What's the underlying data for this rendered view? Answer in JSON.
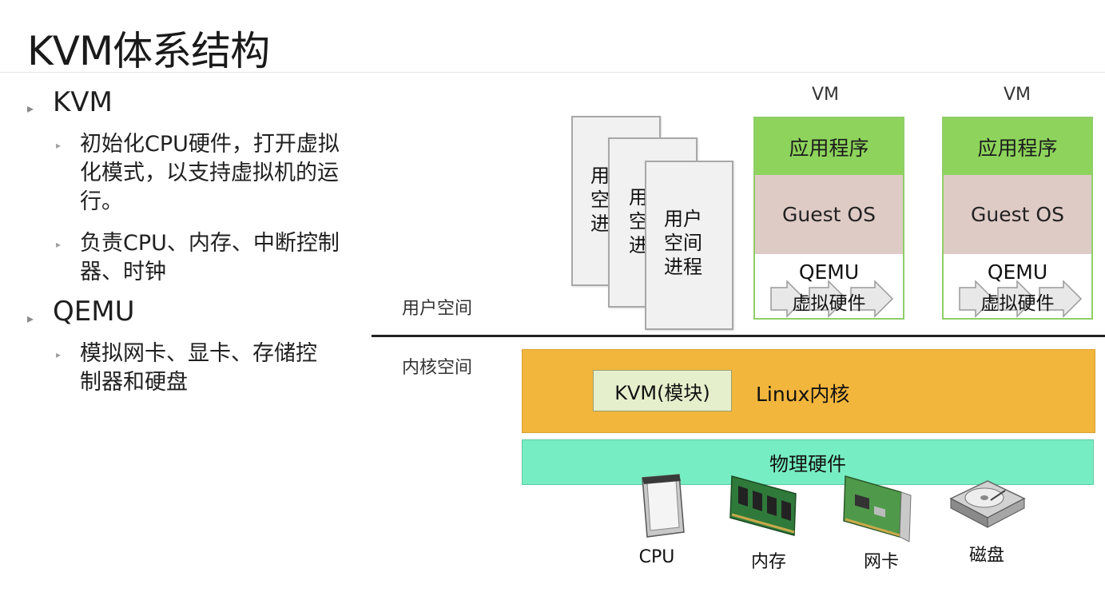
{
  "slide": {
    "title": "KVM体系结构"
  },
  "bullets": {
    "kvm": {
      "label": "KVM",
      "items": [
        "初始化CPU硬件，打开虚拟化模式，以支持虚拟机的运行。",
        "负责CPU、内存、中断控制器、时钟"
      ]
    },
    "qemu": {
      "label": "QEMU",
      "items": [
        "模拟网卡、显卡、存储控制器和硬盘"
      ]
    }
  },
  "diagram": {
    "user_space_label": "用户空间",
    "kernel_space_label": "内核空间",
    "process_partial_1": "用\n空\n进",
    "process_partial_2": "用\n空\n进",
    "process_full": "用户\n空间\n进程",
    "vms": [
      {
        "label": "VM",
        "app": "应用程序",
        "guest": "Guest OS",
        "qemu_line1": "QEMU",
        "qemu_line2": "虚拟硬件"
      },
      {
        "label": "VM",
        "app": "应用程序",
        "guest": "Guest OS",
        "qemu_line1": "QEMU",
        "qemu_line2": "虚拟硬件"
      }
    ],
    "kvm_module": "KVM(模块)",
    "linux_kernel": "Linux内核",
    "physical_hw": "物理硬件",
    "devices": [
      {
        "label": "CPU",
        "icon": "cpu-icon"
      },
      {
        "label": "内存",
        "icon": "memory-icon"
      },
      {
        "label": "网卡",
        "icon": "network-card-icon"
      },
      {
        "label": "磁盘",
        "icon": "hard-disk-icon"
      }
    ],
    "colors": {
      "app": "#8ed45c",
      "guest_os": "#dfcbc6",
      "kernel": "#f2b63c",
      "kvm_module": "#e6efcc",
      "hardware": "#77edc3"
    }
  }
}
